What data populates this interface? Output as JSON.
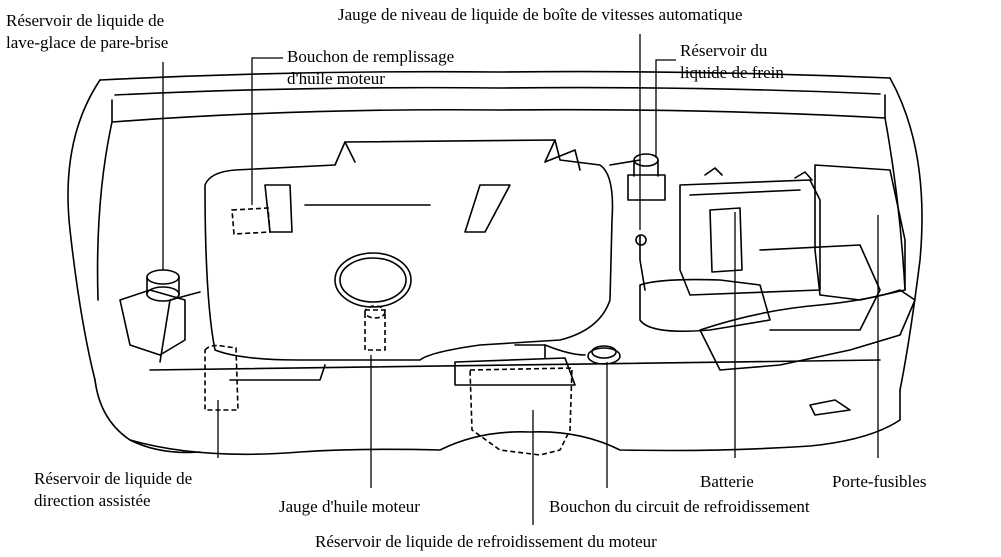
{
  "labels": {
    "washer_reservoir": [
      "Réservoir de liquide de",
      "lave-glace de pare-brise"
    ],
    "atf_dipstick": "Jauge de niveau de liquide de boîte de vitesses automatique",
    "oil_filler_cap": [
      "Bouchon de remplissage",
      "d'huile moteur"
    ],
    "brake_reservoir": [
      "Réservoir du",
      "liquide de frein"
    ],
    "power_steering_reservoir": [
      "Réservoir de liquide de",
      "direction assistée"
    ],
    "oil_dipstick": "Jauge d'huile moteur",
    "battery": "Batterie",
    "fuse_box": "Porte-fusibles",
    "radiator_cap": "Bouchon du circuit de refroidissement",
    "coolant_reservoir": "Réservoir de liquide de refroidissement du moteur"
  },
  "colors": {
    "line": "#000000",
    "background": "#ffffff"
  }
}
